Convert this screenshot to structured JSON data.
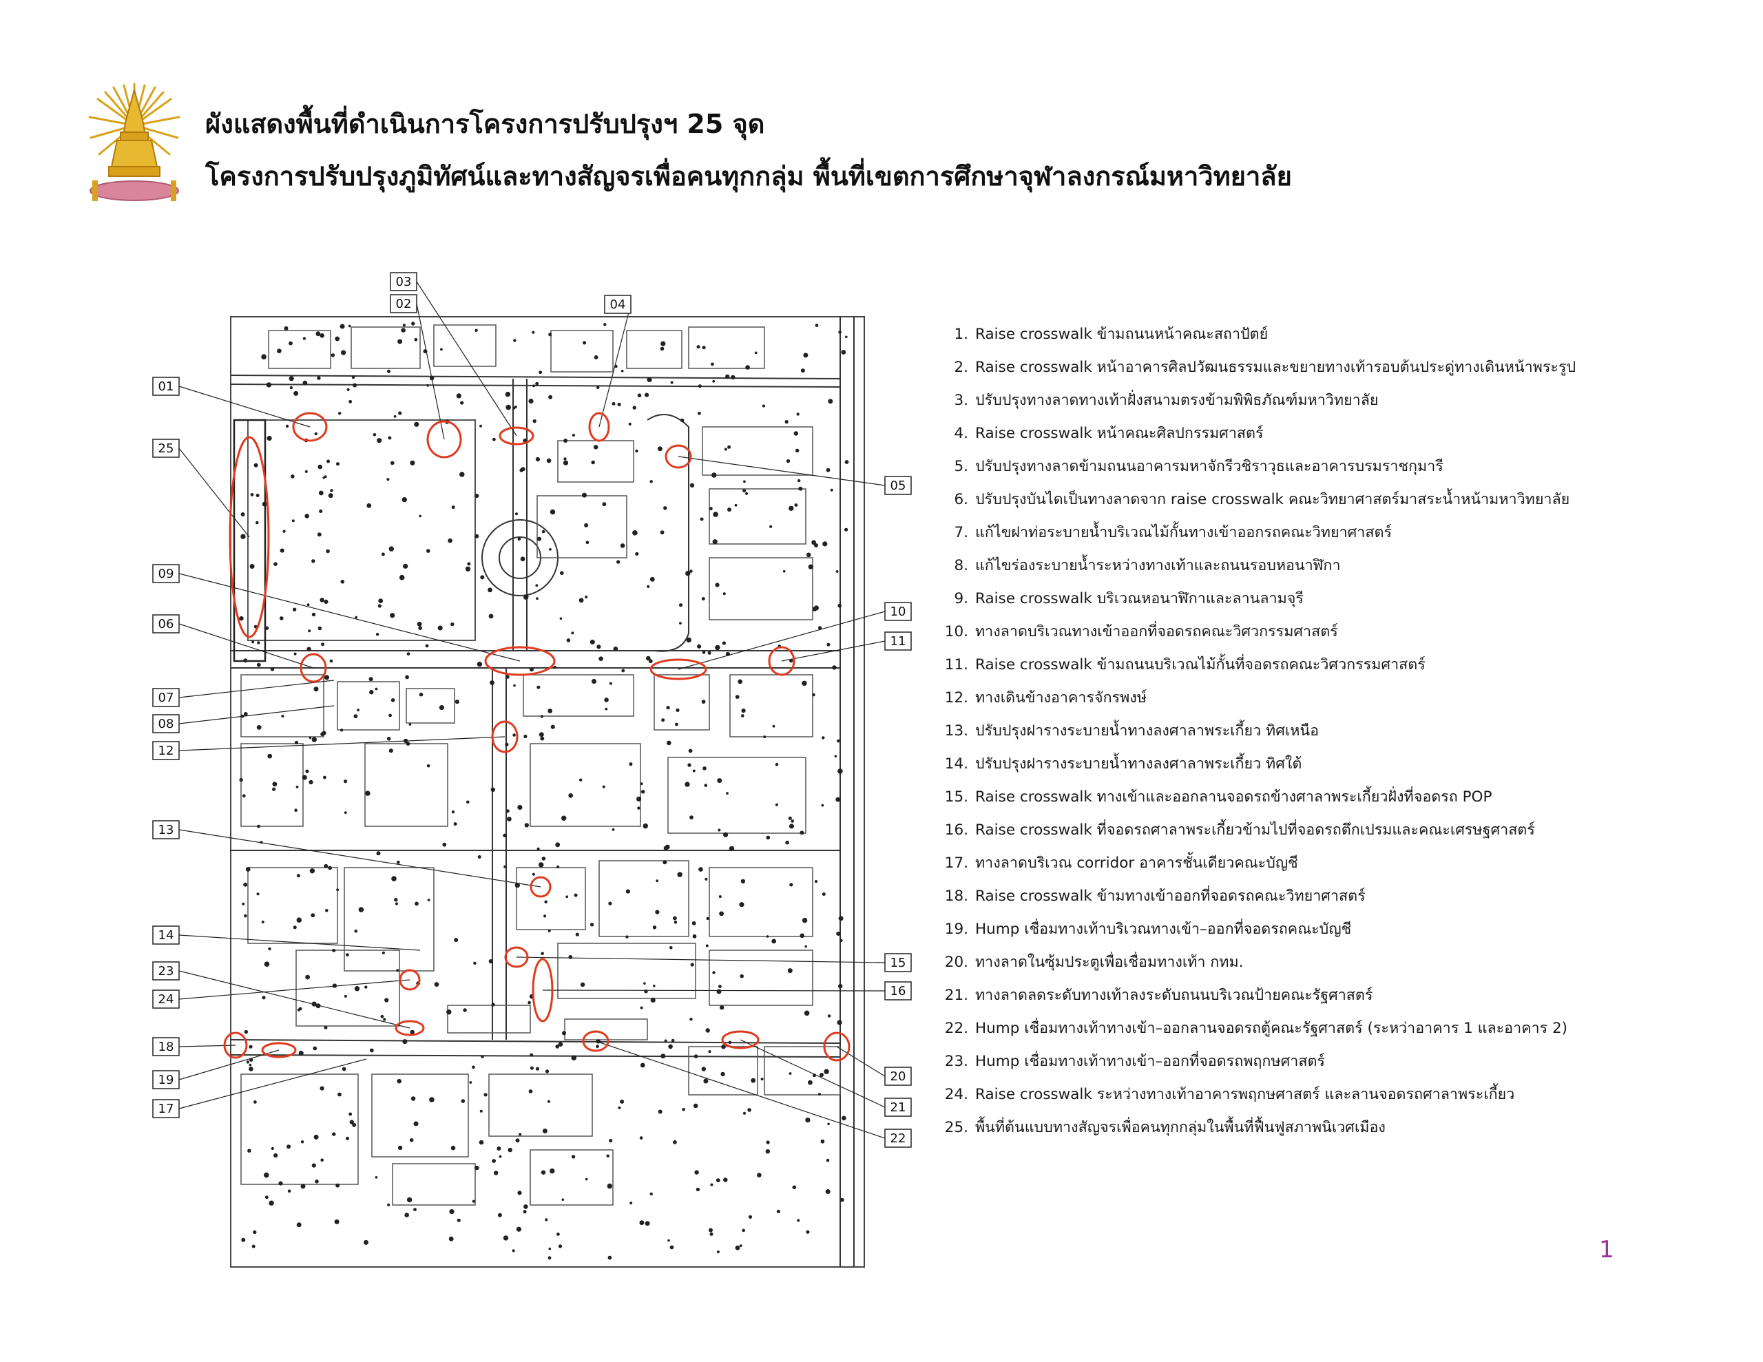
{
  "header": {
    "title_line1": "ผังแสดงพื้นที่ดำเนินการโครงการปรับปรุงฯ 25 จุด",
    "title_line2": "โครงการปรับปรุงภูมิทัศน์และทางสัญจรเพื่อคนทุกกลุ่ม พื้นที่เขตการศึกษาจุฬาลงกรณ์มหาวิทยาลัย"
  },
  "map": {
    "callouts": [
      "01",
      "02",
      "03",
      "04",
      "05",
      "06",
      "07",
      "08",
      "09",
      "10",
      "11",
      "12",
      "13",
      "14",
      "15",
      "16",
      "17",
      "18",
      "19",
      "20",
      "21",
      "22",
      "23",
      "24",
      "25"
    ]
  },
  "legend": [
    {
      "num": "1.",
      "text": "Raise crosswalk ข้ามถนนหน้าคณะสถาปัตย์"
    },
    {
      "num": "2.",
      "text": "Raise crosswalk หน้าอาคารศิลปวัฒนธรรมและขยายทางเท้ารอบต้นประดู่ทางเดินหน้าพระรูป"
    },
    {
      "num": "3.",
      "text": "ปรับปรุงทางลาดทางเท้าฝั่งสนามตรงข้ามพิพิธภัณฑ์มหาวิทยาลัย"
    },
    {
      "num": "4.",
      "text": "Raise crosswalk หน้าคณะศิลปกรรมศาสตร์"
    },
    {
      "num": "5.",
      "text": "ปรับปรุงทางลาดข้ามถนนอาคารมหาจักรีวชิราวุธและอาคารบรมราชกุมารี"
    },
    {
      "num": "6.",
      "text": "ปรับปรุงบันไดเป็นทางลาดจาก raise crosswalk คณะวิทยาศาสตร์มาสระน้ำหน้ามหาวิทยาลัย"
    },
    {
      "num": "7.",
      "text": "แก้ไขฝาท่อระบายน้ำบริเวณไม้กั้นทางเข้าออกรถคณะวิทยาศาสตร์"
    },
    {
      "num": "8.",
      "text": "แก้ไขร่องระบายน้ำระหว่างทางเท้าและถนนรอบหอนาฬิกา"
    },
    {
      "num": "9.",
      "text": "Raise crosswalk บริเวณหอนาฬิกาและลานลามจุรี"
    },
    {
      "num": "10.",
      "text": "ทางลาดบริเวณทางเข้าออกที่จอดรถคณะวิศวกรรมศาสตร์"
    },
    {
      "num": "11.",
      "text": "Raise crosswalk ข้ามถนนบริเวณไม้กั้นที่จอดรถคณะวิศวกรรมศาสตร์"
    },
    {
      "num": "12.",
      "text": "ทางเดินข้างอาคารจักรพงษ์"
    },
    {
      "num": "13.",
      "text": "ปรับปรุงฝารางระบายน้ำทางลงศาลาพระเกี้ยว ทิศเหนือ"
    },
    {
      "num": "14.",
      "text": "ปรับปรุงฝารางระบายน้ำทางลงศาลาพระเกี้ยว ทิศใต้"
    },
    {
      "num": "15.",
      "text": "Raise crosswalk ทางเข้าและออกลานจอดรถข้างศาลาพระเกี้ยวฝั่งที่จอดรถ POP"
    },
    {
      "num": "16.",
      "text": "Raise crosswalk ที่จอดรถศาลาพระเกี้ยวข้ามไปที่จอดรถตึกเปรมและคณะเศรษฐศาสตร์"
    },
    {
      "num": "17.",
      "text": "ทางลาดบริเวณ corridor อาคารชั้นเดียวคณะบัญชี"
    },
    {
      "num": "18.",
      "text": "Raise crosswalk ข้ามทางเข้าออกที่จอดรถคณะวิทยาศาสตร์"
    },
    {
      "num": "19.",
      "text": "Hump เชื่อมทางเท้าบริเวณทางเข้า–ออกที่จอดรถคณะบัญชี"
    },
    {
      "num": "20.",
      "text": "ทางลาดในซุ้มประตูเพื่อเชื่อมทางเท้า กทม."
    },
    {
      "num": "21.",
      "text": "ทางลาดลดระดับทางเท้าลงระดับถนนบริเวณป้ายคณะรัฐศาสตร์"
    },
    {
      "num": "22.",
      "text": "Hump เชื่อมทางเท้าทางเข้า–ออกลานจอดรถตู้คณะรัฐศาสตร์ (ระหว่าอาคาร 1 และอาคาร 2)"
    },
    {
      "num": "23.",
      "text": "Hump เชื่อมทางเท้าทางเข้า–ออกที่จอดรถพฤกษศาสตร์"
    },
    {
      "num": "24.",
      "text": "Raise crosswalk ระหว่างทางเท้าอาคารพฤกษศาสตร์ และลานจอดรถศาลาพระเกี้ยว"
    },
    {
      "num": "25.",
      "text": "พื้นที่ต้นแบบทางสัญจรเพื่อคนทุกกลุ่มในพื้นที่ฟื้นฟูสภาพนิเวศเมือง"
    }
  ],
  "page_number": "1",
  "colors": {
    "title": "#111111",
    "highlight": "#e03a1e",
    "page_number": "#a0309a",
    "logo_gold": "#d9a21c",
    "logo_pink": "#d9869c"
  },
  "icons": {
    "logo": "chula-pra-kiao-emblem"
  }
}
